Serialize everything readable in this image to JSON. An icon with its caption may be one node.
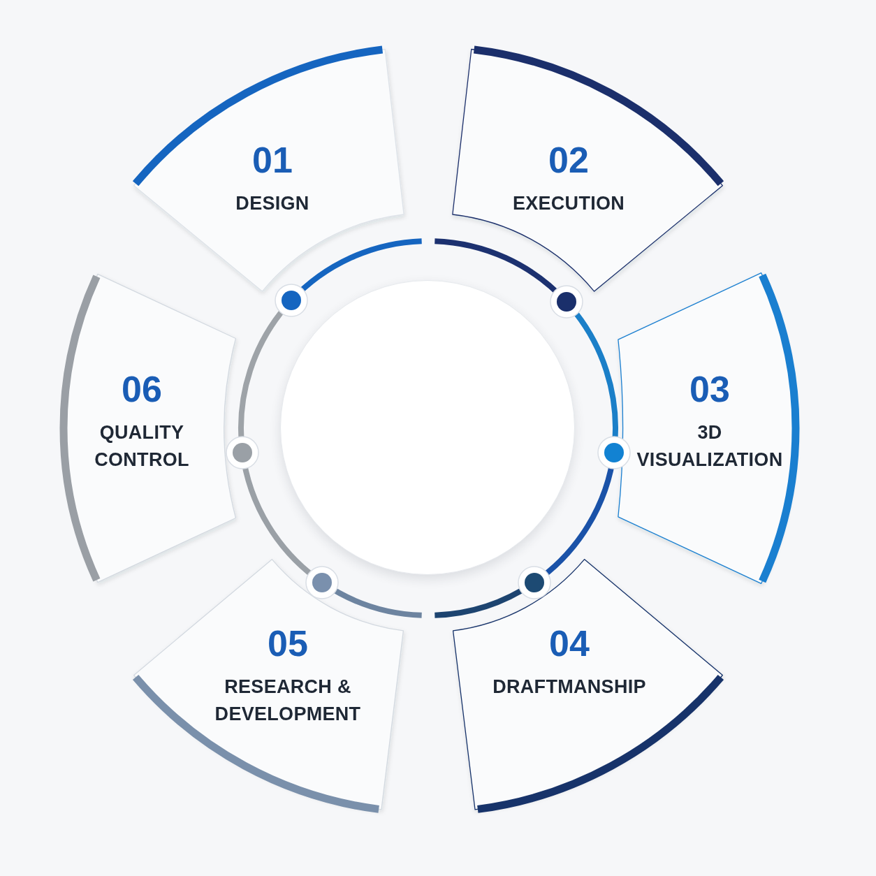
{
  "diagram": {
    "nodes": [
      {
        "text": [
          "01",
          "DESIGN"
        ]
      },
      {
        "text": [
          "02",
          "EXECUTION"
        ]
      },
      {
        "text": [
          "03",
          "3D VISUALIZATION"
        ]
      },
      {
        "text": [
          "04",
          "DRAFTMANSHIP"
        ]
      },
      {
        "text": [
          "05",
          "RESEARCH & DEVELOPMENT"
        ]
      },
      {
        "text": [
          "06",
          "QUALITY CONTROL"
        ]
      },
      {
        "text": [],
        "shape": "circle"
      }
    ]
  }
}
